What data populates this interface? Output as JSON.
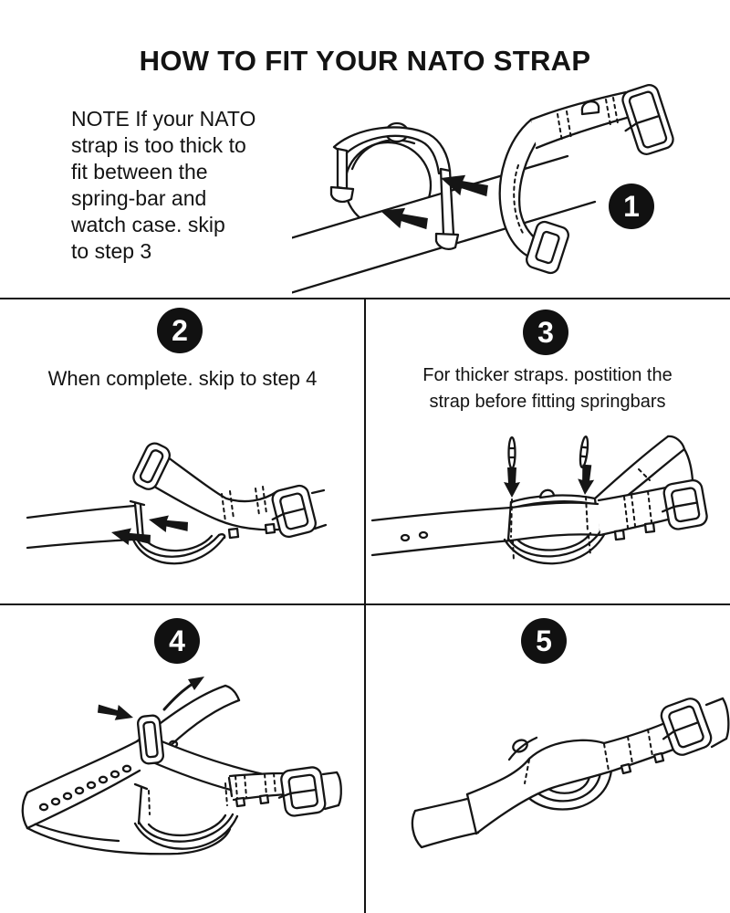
{
  "title": "HOW TO FIT YOUR NATO STRAP",
  "note": "NOTE If your NATO\nstrap is too thick to\nfit between the\nspring-bar and\nwatch case. skip\nto step 3",
  "steps": [
    {
      "number": "1",
      "caption": ""
    },
    {
      "number": "2",
      "caption": "When complete. skip to step 4"
    },
    {
      "number": "3",
      "caption": "For thicker straps. postition the\nstrap before fitting springbars"
    },
    {
      "number": "4",
      "caption": ""
    },
    {
      "number": "5",
      "caption": ""
    }
  ],
  "colors": {
    "ink": "#151515",
    "background": "#ffffff",
    "badge_fill": "#111111",
    "badge_text": "#ffffff"
  }
}
